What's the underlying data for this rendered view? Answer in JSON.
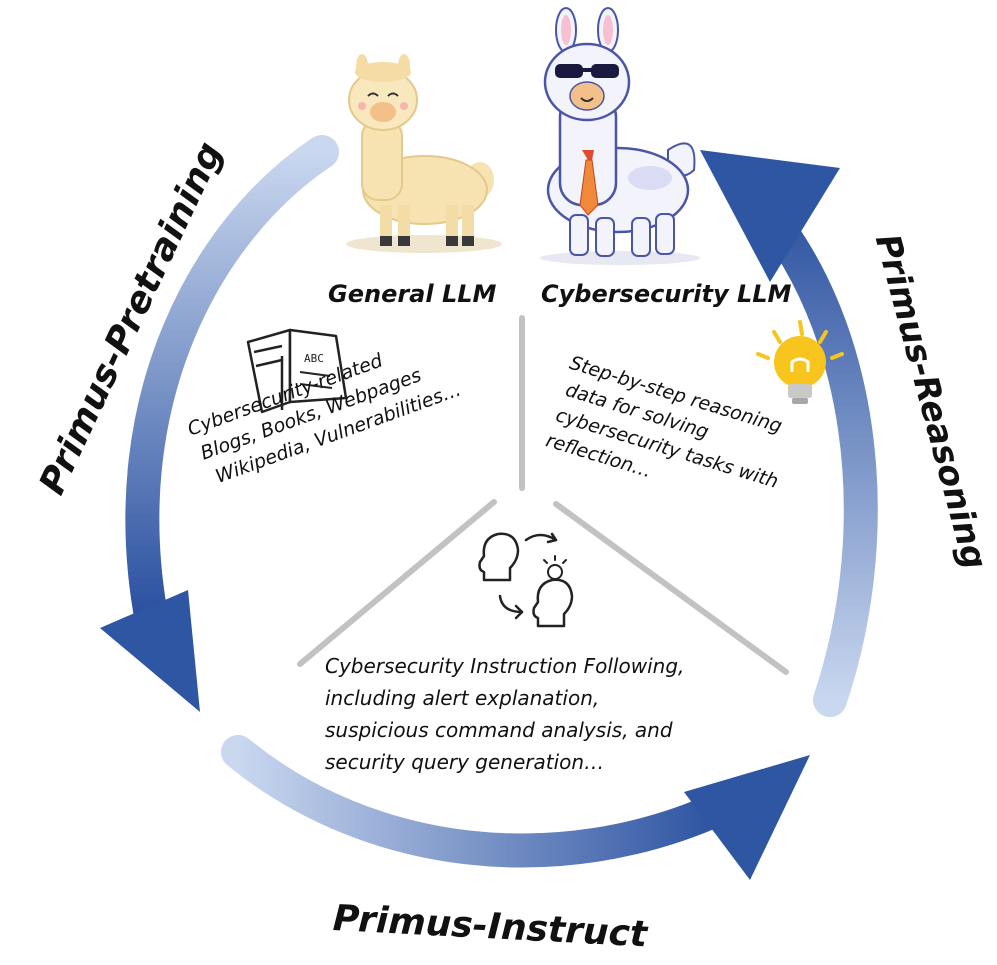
{
  "stages": {
    "pretraining": "Primus-Pretraining",
    "instruct": "Primus-Instruct",
    "reasoning": "Primus-Reasoning"
  },
  "models": {
    "general": "General LLM",
    "cyber": "Cybersecurity LLM"
  },
  "book_label": "ABC",
  "segments": {
    "pretraining_lines": [
      "Cybersecurity-related",
      "Blogs, Books, Webpages",
      "Wikipedia, Vulnerabilities…"
    ],
    "reasoning_lines": [
      "Step-by-step reasoning",
      "data for solving",
      "cybersecurity tasks with",
      "reflection…"
    ],
    "instruct_lines": [
      "Cybersecurity Instruction Following,",
      "including alert explanation,",
      "suspicious command analysis, and",
      "security query generation…"
    ]
  },
  "icons": {
    "general_llm": "beige-llama-icon",
    "cyber_llm": "white-llama-with-sunglasses-and-tie-icon",
    "book": "open-book-icon",
    "idea": "lightbulb-icon",
    "instruct": "two-heads-exchange-icon"
  },
  "colors": {
    "arrow_dark": "#2f56a3",
    "arrow_light": "#c8d6ef",
    "divider": "#c0c0c0",
    "bulb": "#f7c51e"
  }
}
